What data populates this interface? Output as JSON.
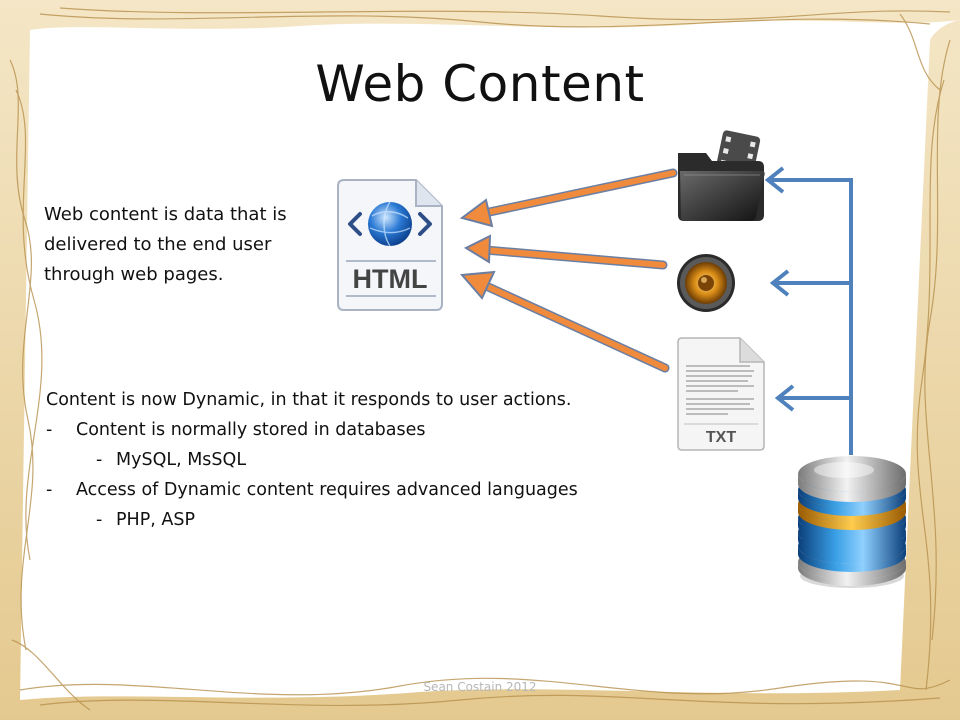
{
  "slide": {
    "title": "Web Content",
    "intro": "Web content is data that is delivered to the end user through web pages.",
    "body": {
      "lead": "Content is now Dynamic, in that it responds to user actions.",
      "items": [
        {
          "dash": "-",
          "text": "Content is normally stored in databases",
          "sub": {
            "dash": "-",
            "text": "MySQL, MsSQL"
          }
        },
        {
          "dash": "-",
          "text": "Access of Dynamic content requires advanced languages",
          "sub": {
            "dash": "-",
            "text": "PHP, ASP"
          }
        }
      ]
    },
    "footer": "Sean Costain 2012"
  },
  "icons": {
    "html_file": {
      "name": "html-file-icon",
      "label": "HTML"
    },
    "video_folder": {
      "name": "video-folder-icon"
    },
    "speaker": {
      "name": "speaker-icon"
    },
    "txt_file": {
      "name": "txt-file-icon",
      "label": "TXT"
    },
    "database": {
      "name": "database-icon"
    }
  },
  "colors": {
    "orange_arrow": "#f08a3c",
    "orange_arrow_outline": "#6a7fa3",
    "blue_arrow": "#4f81bd",
    "border_gold": "#c9a464",
    "text": "#111111",
    "footer": "#b7b7b7"
  }
}
